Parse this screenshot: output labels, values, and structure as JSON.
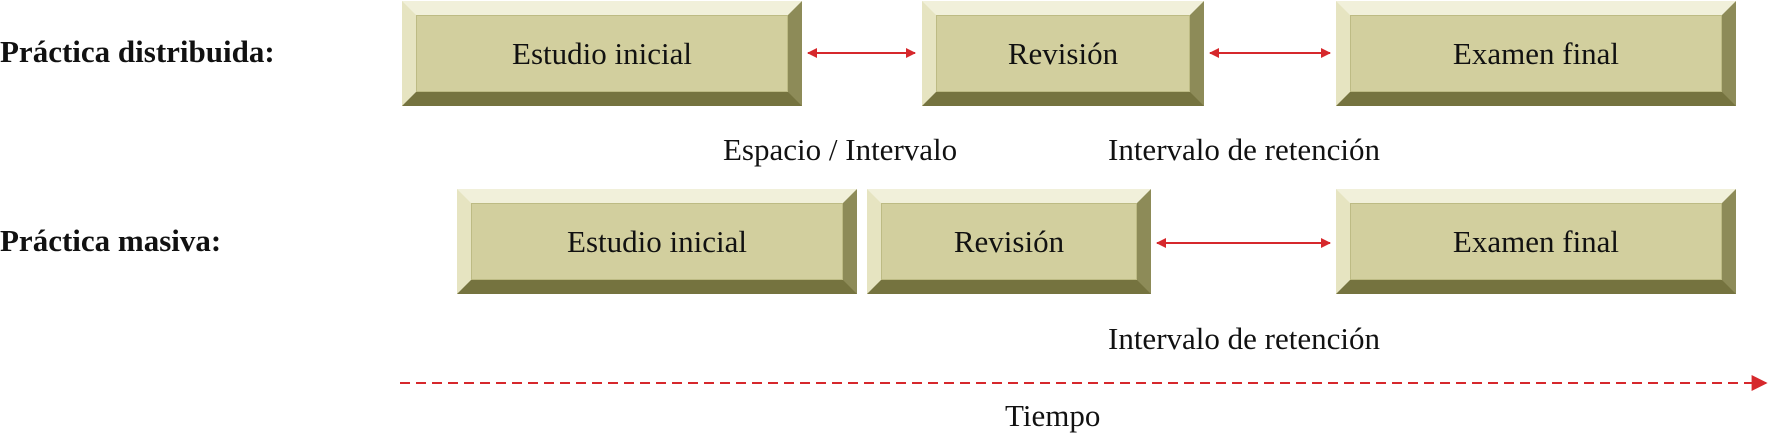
{
  "rows": {
    "distributed": {
      "label": "Práctica distribuida:",
      "boxes": [
        "Estudio inicial",
        "Revisión",
        "Examen final"
      ],
      "annotations": [
        "Espacio / Intervalo",
        "Intervalo de retención"
      ]
    },
    "massed": {
      "label": "Práctica masiva:",
      "boxes": [
        "Estudio inicial",
        "Revisión",
        "Examen final"
      ],
      "annotations": [
        "Intervalo de retención"
      ]
    }
  },
  "axis": {
    "label": "Tiempo"
  },
  "colors": {
    "box_fill": "#d2cf9e",
    "arrow": "#d6282c",
    "text": "#111111"
  }
}
